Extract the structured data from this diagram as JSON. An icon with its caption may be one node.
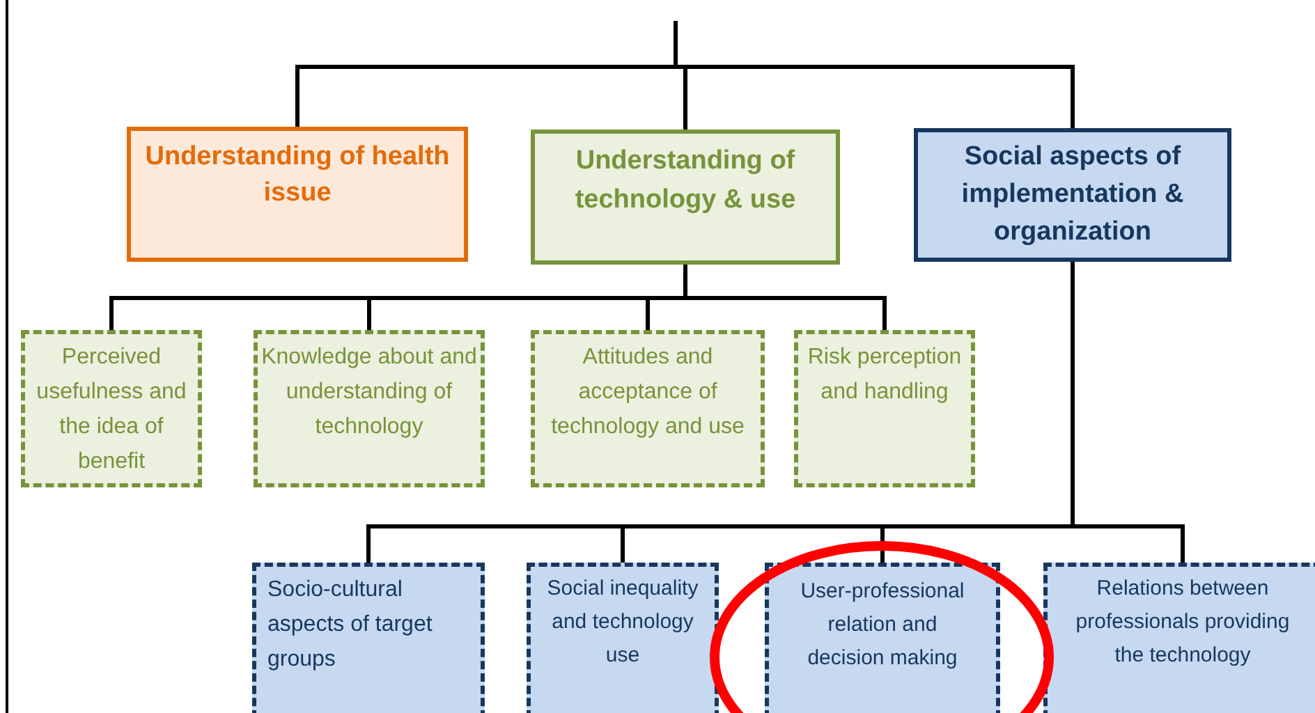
{
  "diagram": {
    "nodes": [
      {
        "text": [
          "Understanding of health issue"
        ]
      },
      {
        "text": [
          "Understanding of technology & use"
        ]
      },
      {
        "text": [
          "Social aspects of implementation & organization"
        ]
      },
      {
        "text": [
          "Perceived usefulness and the idea of benefit"
        ]
      },
      {
        "text": [
          "Knowledge about and understanding of technology"
        ]
      },
      {
        "text": [
          "Attitudes and acceptance of technology and use"
        ]
      },
      {
        "text": [
          "Risk perception and handling"
        ]
      },
      {
        "text": [
          "Socio-cultural aspects of target groups"
        ]
      },
      {
        "text": [
          "Social inequality and technology use"
        ]
      },
      {
        "text": [
          "User-professional relation and decision making"
        ]
      },
      {
        "text": [
          "Relations between professionals providing  the technology"
        ]
      }
    ],
    "edges": [
      {
        "from": null,
        "to": 0,
        "arrow": "none"
      },
      {
        "from": null,
        "to": 1,
        "arrow": "none"
      },
      {
        "from": null,
        "to": 2,
        "arrow": "none"
      },
      {
        "from": 1,
        "to": 3,
        "arrow": "none"
      },
      {
        "from": 1,
        "to": 4,
        "arrow": "none"
      },
      {
        "from": 1,
        "to": 5,
        "arrow": "none"
      },
      {
        "from": 1,
        "to": 6,
        "arrow": "none"
      },
      {
        "from": 2,
        "to": 7,
        "arrow": "none"
      },
      {
        "from": 2,
        "to": 8,
        "arrow": "none"
      },
      {
        "from": 2,
        "to": 9,
        "arrow": "none"
      },
      {
        "from": 2,
        "to": 10,
        "arrow": "none"
      }
    ]
  }
}
